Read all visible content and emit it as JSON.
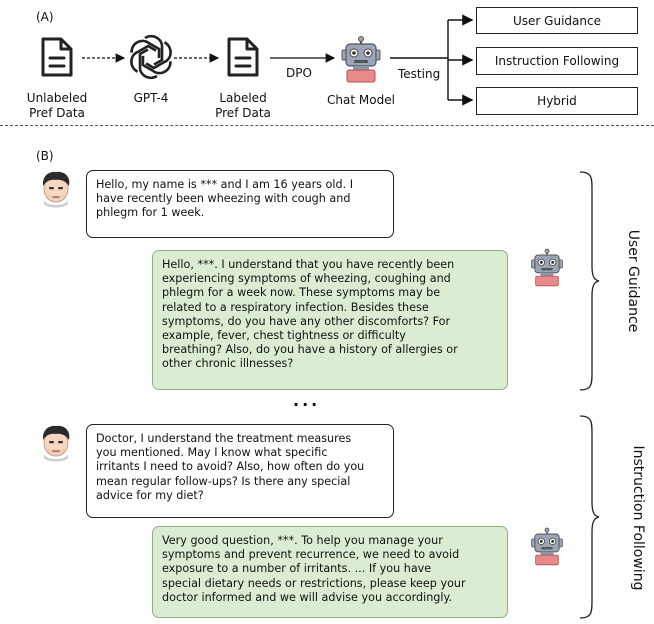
{
  "panel_a": {
    "label": "(A)",
    "pipeline": [
      {
        "name": "Unlabeled\nPref Data",
        "icon": "document-icon"
      },
      {
        "name": "GPT-4",
        "icon": "openai-logo-icon"
      },
      {
        "name": "Labeled\nPref Data",
        "icon": "document-icon"
      },
      {
        "name": "Chat Model",
        "icon": "robot-icon"
      }
    ],
    "edge_label_dpo": "DPO",
    "edge_label_testing": "Testing",
    "outputs": [
      "User Guidance",
      "Instruction Following",
      "Hybrid"
    ]
  },
  "panel_b": {
    "label": "(B)",
    "ellipsis": "...",
    "sections": [
      {
        "side_label": "User Guidance",
        "user_message": "Hello, my name is *** and I am 16 years old. I\nhave recently been wheezing with cough and\nphlegm for 1 week.",
        "bot_message": "Hello, ***. I understand that you have recently been\nexperiencing symptoms of wheezing, coughing and\nphlegm for a week now. These symptoms may be\nrelated to a respiratory infection. Besides these\nsymptoms, do you have any other discomforts? For\nexample, fever, chest tightness or difficulty\nbreathing? Also, do you have a history of allergies or\nother chronic illnesses?"
      },
      {
        "side_label": "Instruction Following",
        "user_message": "Doctor, I understand the treatment measures\nyou mentioned. May I know what specific\nirritants I need to avoid? Also, how often do you\nmean regular follow-ups? Is there any special\nadvice for my diet?",
        "bot_message": "Very good question, ***. To help you manage your\nsymptoms and prevent recurrence, we need to avoid\nexposure to a number of irritants. ... If you have\nspecial dietary needs or restrictions, please keep your\ndoctor informed and we will advise you accordingly."
      }
    ]
  },
  "colors": {
    "bot_bubble_fill": "#dcecd3",
    "bot_bubble_border": "#8fb07f",
    "robot_body": "#9aa6b8",
    "robot_base": "#e88a8a",
    "user_face": "#f6d6c2",
    "user_hair": "#2b2b2b"
  }
}
